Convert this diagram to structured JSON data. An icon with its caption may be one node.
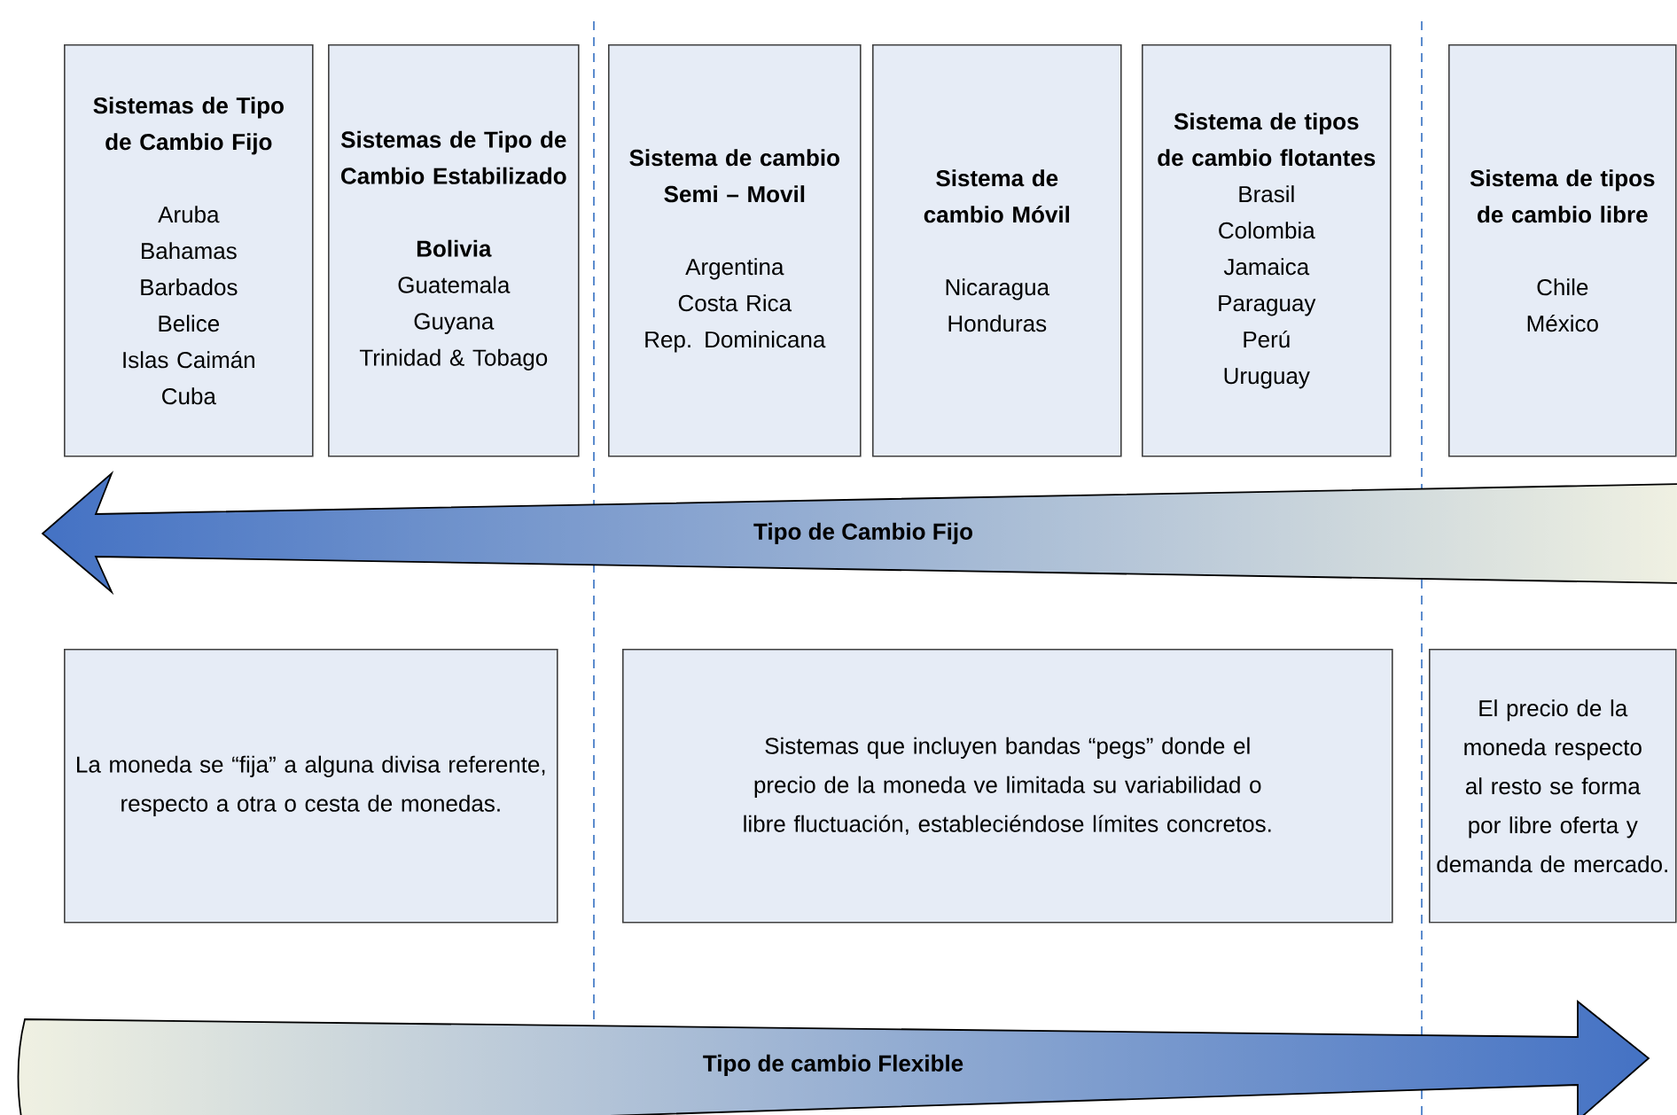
{
  "diagram": {
    "nodes": [
      {
        "text": [
          "Sistemas de Tipo de Cambio Fijo",
          "Aruba",
          "Bahamas",
          "Barbados",
          "Belice",
          "Islas Caimán",
          "Cuba"
        ]
      },
      {
        "text": [
          "Sistemas de Tipo de Cambio Estabilizado",
          "Bolivia",
          "Guatemala",
          "Guyana",
          "Trinidad & Tobago"
        ]
      },
      {
        "text": [
          "Sistema de cambio Semi – Movil",
          "Argentina",
          "Costa Rica",
          "Rep. Dominicana"
        ]
      },
      {
        "text": [
          "Sistema de cambio Móvil",
          "Nicaragua",
          "Honduras"
        ]
      },
      {
        "text": [
          "Sistema de tipos de cambio flotantes",
          "Brasil",
          "Colombia",
          "Jamaica",
          "Paraguay",
          "Perú",
          "Uruguay"
        ]
      },
      {
        "text": [
          "Sistema de tipos de cambio libre",
          "Chile",
          "México"
        ]
      },
      {
        "text": [
          "La moneda se “fija” a alguna divisa referente, respecto a otra o cesta de monedas."
        ]
      },
      {
        "text": [
          "Sistemas que incluyen bandas “pegs” donde el precio de la moneda ve limitada su variabilidad o libre fluctuación, estableciéndose límites concretos."
        ]
      },
      {
        "text": [
          "El precio de la moneda respecto al resto se forma por libre oferta y demanda de mercado."
        ]
      }
    ],
    "labels": [
      "Tipo de Cambio Fijo",
      "Tipo de cambio Flexible"
    ]
  }
}
